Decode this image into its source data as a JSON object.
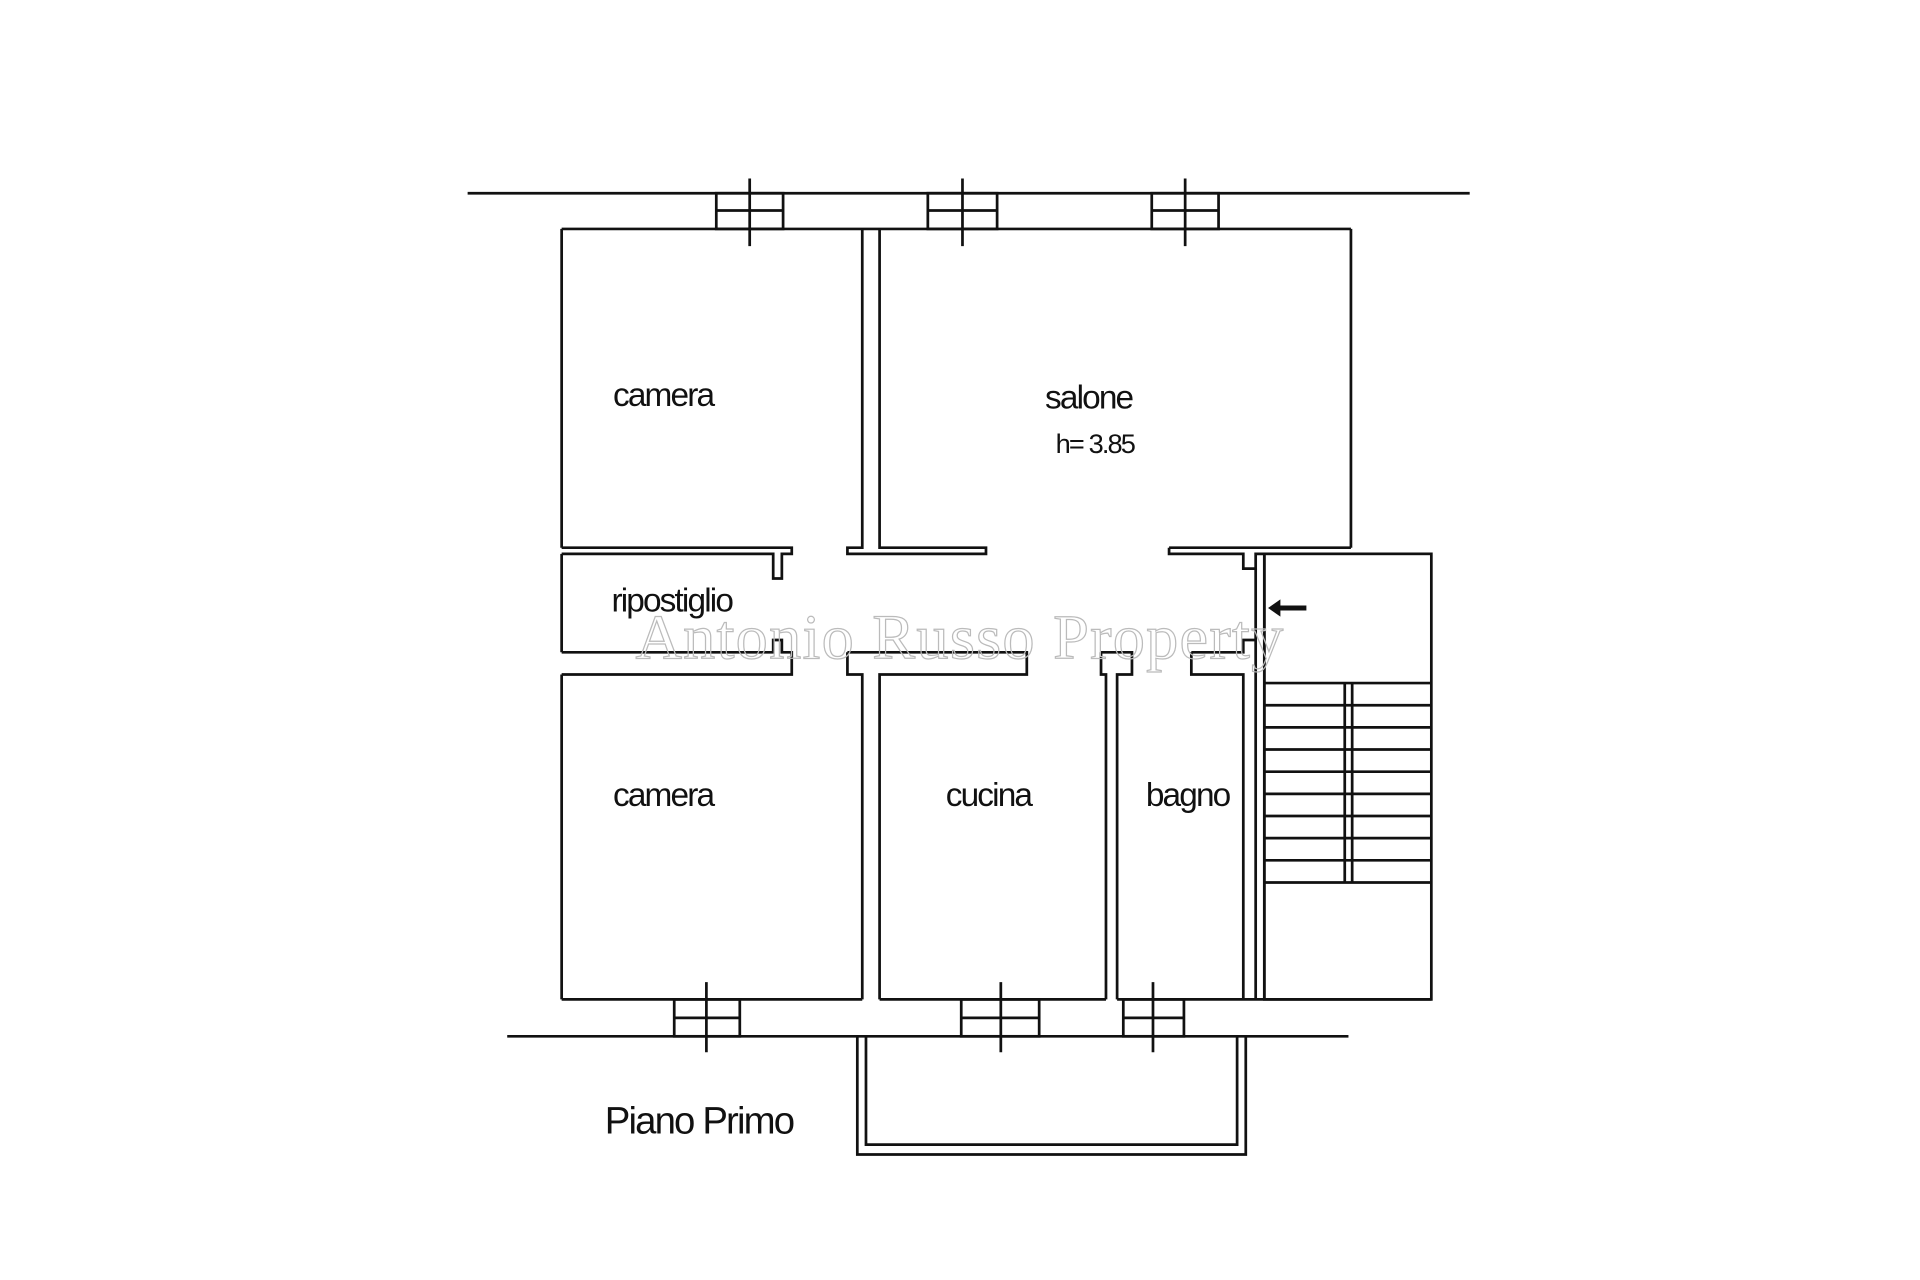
{
  "plan": {
    "title": "Piano Primo",
    "rooms": [
      {
        "name": "camera"
      },
      {
        "name": "salone",
        "note": "h= 3.85"
      },
      {
        "name": "ripostiglio"
      },
      {
        "name": "camera"
      },
      {
        "name": "cucina"
      },
      {
        "name": "bagno"
      }
    ],
    "watermark": "Antonio Russo Property",
    "entrance_icon": "arrow-left-icon",
    "line_color": "#111111"
  }
}
